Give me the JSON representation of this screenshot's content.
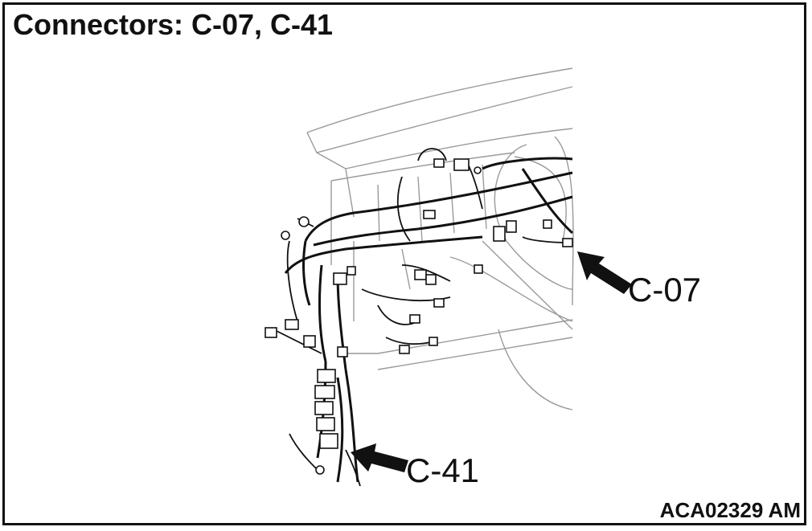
{
  "diagram": {
    "title": "Connectors: C-07, C-41",
    "figure_code": "ACA02329 AM",
    "callouts": [
      {
        "id": "c07",
        "label": "C-07"
      },
      {
        "id": "c41",
        "label": "C-41"
      }
    ],
    "colors": {
      "line": "#111111",
      "outline": "#9a9a9a",
      "background": "#ffffff"
    }
  }
}
